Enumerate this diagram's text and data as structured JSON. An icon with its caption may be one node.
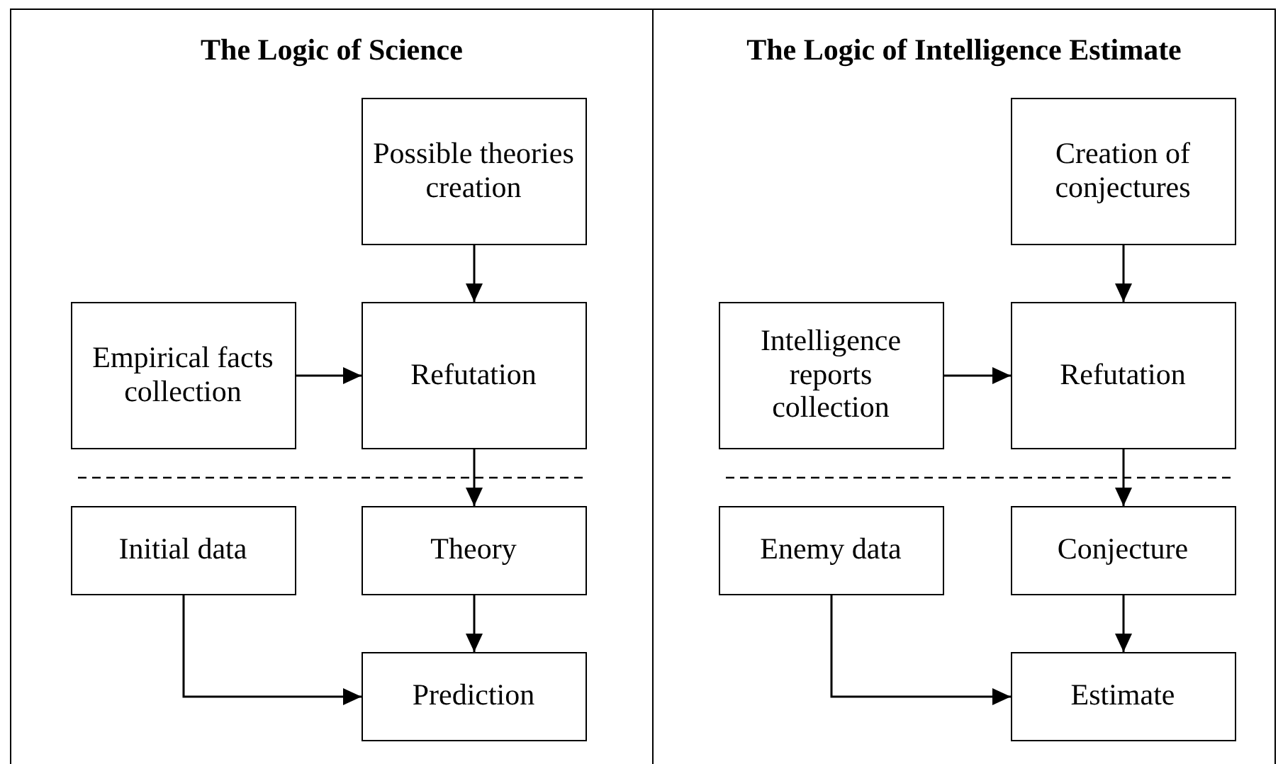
{
  "diagram": {
    "nodes": [
      {
        "text": [
          "The Logic of Science"
        ]
      },
      {
        "text": [
          "Possible theories creation"
        ],
        "in": 0
      },
      {
        "text": [
          "Empirical facts collection"
        ],
        "in": 0
      },
      {
        "text": [
          "Refutation"
        ],
        "in": 0
      },
      {
        "text": [
          "Initial data"
        ],
        "in": 0
      },
      {
        "text": [
          "Theory"
        ],
        "in": 0
      },
      {
        "text": [
          "Prediction"
        ],
        "in": 0
      },
      {
        "text": [
          "The Logic of Intelligence Estimate"
        ]
      },
      {
        "text": [
          "Creation of conjectures"
        ],
        "in": 7
      },
      {
        "text": [
          "Intelligence reports collection"
        ],
        "in": 7
      },
      {
        "text": [
          "Refutation"
        ],
        "in": 7
      },
      {
        "text": [
          "Enemy data"
        ],
        "in": 7
      },
      {
        "text": [
          "Conjecture"
        ],
        "in": 7
      },
      {
        "text": [
          "Estimate"
        ],
        "in": 7
      }
    ],
    "edges": [
      {
        "from": 1,
        "to": 3,
        "arrow": "to"
      },
      {
        "from": 2,
        "to": 3,
        "arrow": "to"
      },
      {
        "from": 3,
        "to": 5,
        "arrow": "to"
      },
      {
        "from": 4,
        "to": 6,
        "arrow": "to"
      },
      {
        "from": 5,
        "to": 6,
        "arrow": "to"
      },
      {
        "from": 8,
        "to": 10,
        "arrow": "to"
      },
      {
        "from": 9,
        "to": 10,
        "arrow": "to"
      },
      {
        "from": 10,
        "to": 12,
        "arrow": "to"
      },
      {
        "from": 11,
        "to": 13,
        "arrow": "to"
      },
      {
        "from": 12,
        "to": 13,
        "arrow": "to"
      }
    ]
  }
}
